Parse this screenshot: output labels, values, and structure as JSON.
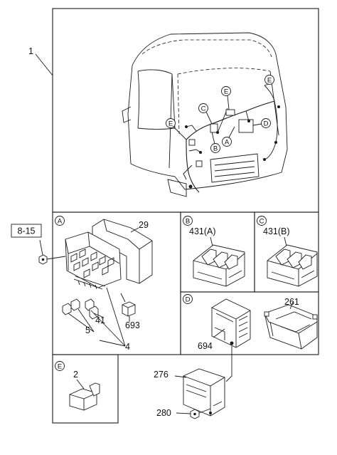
{
  "callouts": {
    "c1": "1",
    "c8_15": "8-15",
    "c29": "29",
    "c41": "41",
    "c693": "693",
    "c5": "5",
    "c4": "4",
    "c431a": "431(A)",
    "c431b": "431(B)",
    "c261": "261",
    "c694": "694",
    "c2": "2",
    "c276": "276",
    "c280": "280"
  },
  "view_markers": {
    "A": "A",
    "B": "B",
    "C": "C",
    "D": "D",
    "E": "E"
  },
  "colors": {
    "line": "#1a1a1a",
    "background": "#ffffff"
  }
}
